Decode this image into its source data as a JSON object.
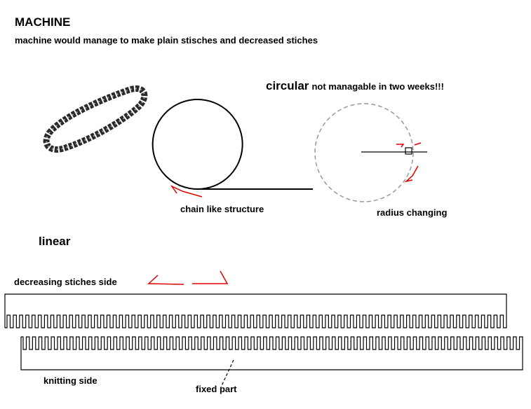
{
  "title": "MACHINE",
  "subtitle": "machine would manage to make plain stisches and decreased stiches",
  "circular": {
    "heading": "circular",
    "note": "not managable in two weeks!!!"
  },
  "labels": {
    "chain": "chain like structure",
    "radius": "radius changing",
    "linear": "linear",
    "decreasing": "decreasing stiches side",
    "knitting": "knitting side",
    "fixed": "fixed part"
  },
  "colors": {
    "ink": "#000000",
    "annotation": "#e00000",
    "dashed_circle": "#999999",
    "chain_metal": "#2a2a2a"
  },
  "icons": {
    "chain_photo": "bicycle-chain-icon"
  }
}
